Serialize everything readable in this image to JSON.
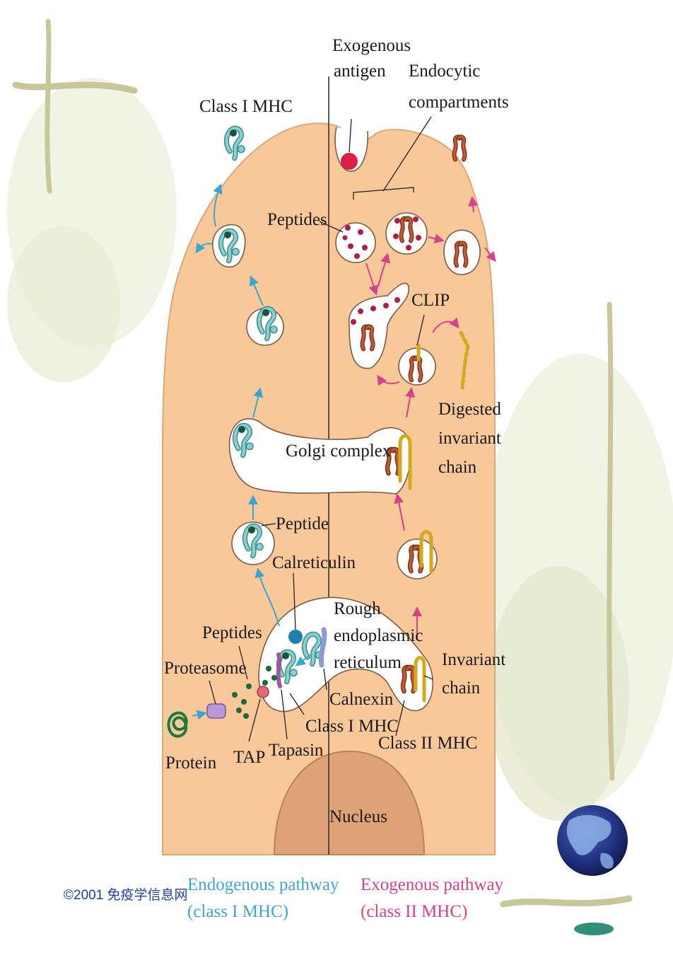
{
  "diagram": {
    "labels": {
      "exogenous_antigen": [
        "Exogenous",
        "antigen"
      ],
      "endocytic": [
        "Endocytic",
        "compartments"
      ],
      "class_i_top": "Class I MHC",
      "peptides_top": "Peptides",
      "clip": "CLIP",
      "digested": [
        "Digested",
        "invariant",
        "chain"
      ],
      "golgi": "Golgi complex",
      "peptide": "Peptide",
      "calreticulin": "Calreticulin",
      "rer": [
        "Rough",
        "endoplasmic",
        "reticulum"
      ],
      "peptides_bottom": "Peptides",
      "proteasome": "Proteasome",
      "invariant": [
        "Invariant",
        "chain"
      ],
      "calnexin": "Calnexin",
      "class_i_bottom": "Class I MHC",
      "class_ii": "Class II MHC",
      "protein": "Protein",
      "tap": "TAP",
      "tapasin": "Tapasin",
      "nucleus": "Nucleus"
    },
    "legend": {
      "endogenous": [
        "Endogenous pathway",
        "(class I MHC)"
      ],
      "exogenous": [
        "Exogenous pathway",
        "(class II MHC)"
      ]
    },
    "copyright": "©2001 免疫学信息网",
    "colors": {
      "cell": "#f9c899",
      "nucleus": "#dea276",
      "endogenous": "#3ba6cf",
      "exogenous": "#d6408c",
      "class_i": "#6fb7b7",
      "class_ii": "#b3522e",
      "invariant": "#f2d22e",
      "antigen": "#d91f4a"
    }
  }
}
